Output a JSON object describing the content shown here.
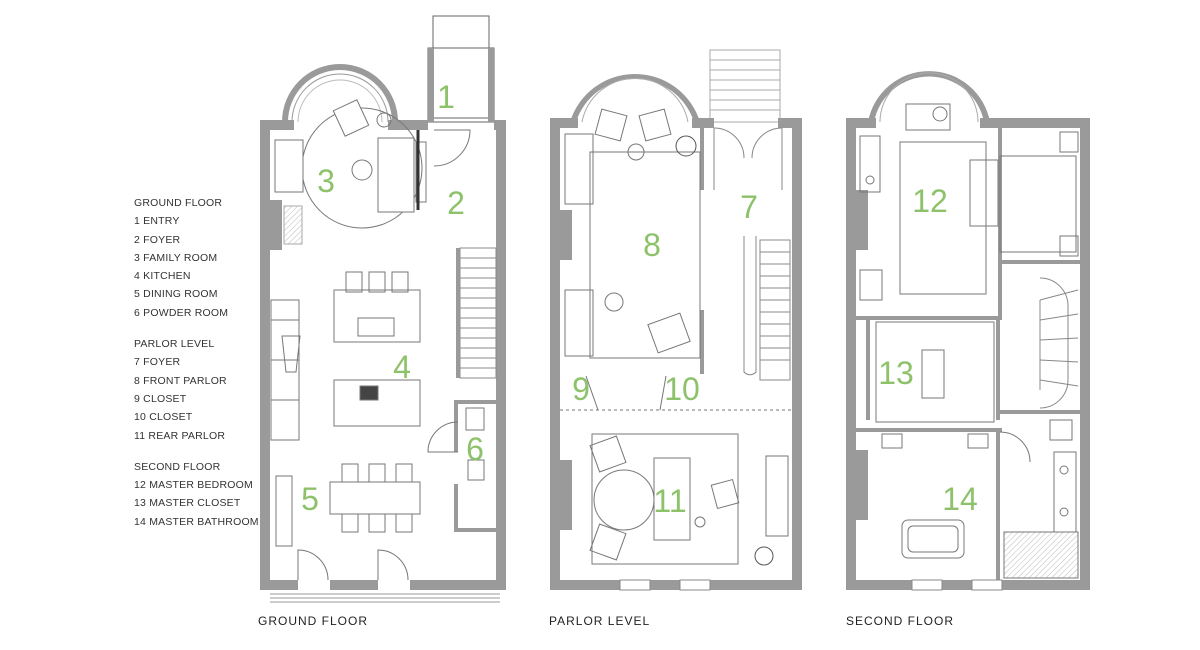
{
  "legend": {
    "sections": [
      {
        "heading": "GROUND FLOOR",
        "items": [
          "1 ENTRY",
          "2 FOYER",
          "3 FAMILY ROOM",
          "4 KITCHEN",
          "5 DINING ROOM",
          "6 POWDER ROOM"
        ]
      },
      {
        "heading": "PARLOR LEVEL",
        "items": [
          "7 FOYER",
          "8 FRONT PARLOR",
          "9 CLOSET",
          "10 CLOSET",
          "11 REAR PARLOR"
        ]
      },
      {
        "heading": "SECOND FLOOR",
        "items": [
          "12 MASTER BEDROOM",
          "13 MASTER CLOSET",
          "14 MASTER BATHROOM"
        ]
      }
    ]
  },
  "plans": [
    {
      "caption": "GROUND FLOOR",
      "rooms": [
        "1",
        "2",
        "3",
        "4",
        "5",
        "6"
      ]
    },
    {
      "caption": "PARLOR LEVEL",
      "rooms": [
        "7",
        "8",
        "9",
        "10",
        "11"
      ]
    },
    {
      "caption": "SECOND FLOOR",
      "rooms": [
        "12",
        "13",
        "14"
      ]
    }
  ],
  "colors": {
    "wall": "#9a9a9a",
    "room_number": "#8dc26b",
    "line": "#555555"
  }
}
